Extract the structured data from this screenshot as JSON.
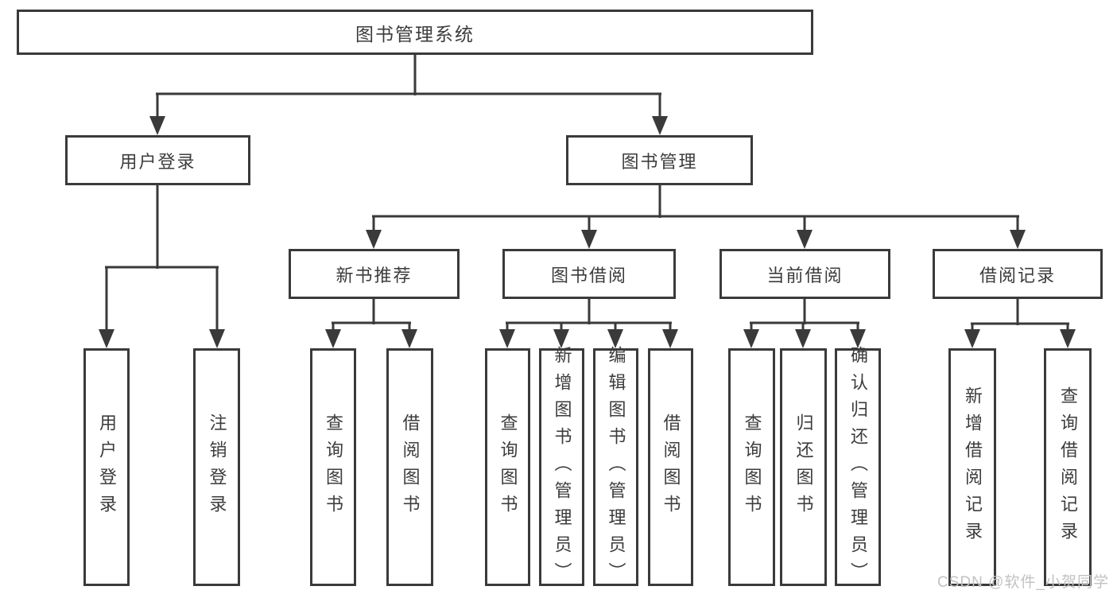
{
  "nodes": {
    "root": "图书管理系统",
    "l2": [
      "用户登录",
      "图书管理"
    ],
    "l3": [
      "新书推荐",
      "图书借阅",
      "当前借阅",
      "借阅记录"
    ],
    "leaves_user": [
      "用户登录",
      "注销登录"
    ],
    "leaves_newbook": [
      "查询图书",
      "借阅图书"
    ],
    "leaves_borrow": [
      "查询图书",
      "新增图书（管理员）",
      "编辑图书（管理员）",
      "借阅图书"
    ],
    "leaves_current": [
      "查询图书",
      "归还图书",
      "确认归还（管理员）"
    ],
    "leaves_record": [
      "新增借阅记录",
      "查询借阅记录"
    ]
  },
  "watermark": "CSDN @软件_小贺同学",
  "colors": {
    "line": "#3a3a3a",
    "text": "#3c3c3c",
    "watermark": "#c2c2c2",
    "background": "#ffffff"
  }
}
